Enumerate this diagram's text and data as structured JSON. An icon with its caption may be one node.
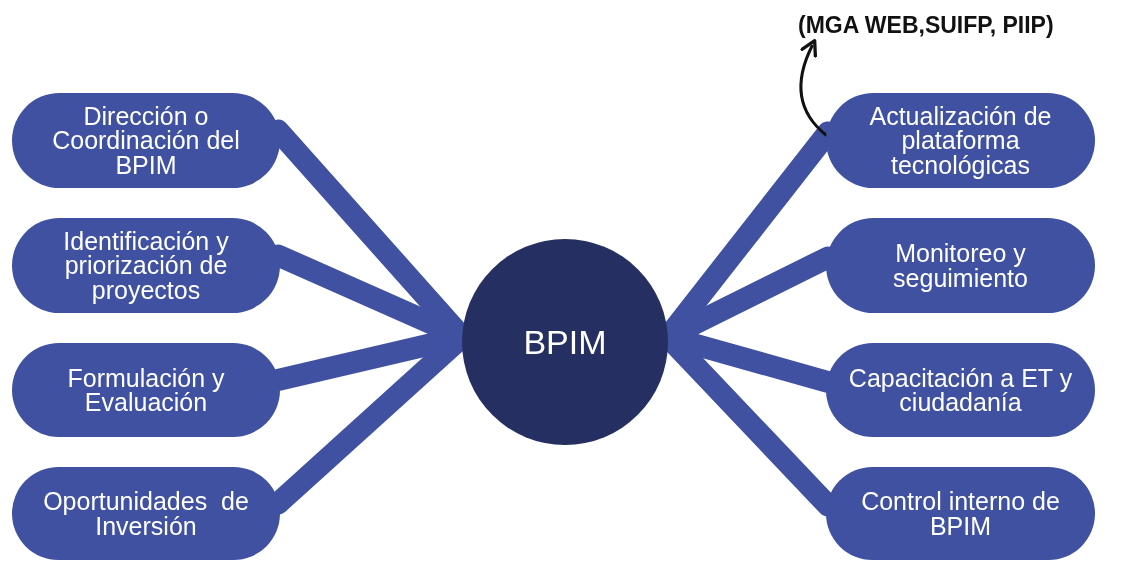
{
  "diagram": {
    "nodes": [
      {
        "text": [
          "(MGA WEB,SUIFP, PIIP)"
        ]
      },
      {
        "text": [
          "Dirección o Coordinación del BPIM"
        ]
      },
      {
        "text": [
          "Identificación y priorización de proyectos"
        ]
      },
      {
        "text": [
          "Formulación y Evaluación"
        ]
      },
      {
        "text": [
          "Oportunidades  de Inversión"
        ]
      },
      {
        "text": [
          "BPIM"
        ]
      },
      {
        "text": [
          "Actualización de plataforma tecnológicas"
        ]
      },
      {
        "text": [
          "Monitoreo y seguimiento"
        ]
      },
      {
        "text": [
          "Capacitación a ET y ciudadanía"
        ]
      },
      {
        "text": [
          "Control interno de BPIM"
        ]
      }
    ],
    "edges": [
      {
        "from": 1,
        "to": 5,
        "arrow": "none"
      },
      {
        "from": 2,
        "to": 5,
        "arrow": "none"
      },
      {
        "from": 3,
        "to": 5,
        "arrow": "none"
      },
      {
        "from": 4,
        "to": 5,
        "arrow": "none"
      },
      {
        "from": 5,
        "to": 6,
        "arrow": "none"
      },
      {
        "from": 5,
        "to": 7,
        "arrow": "none"
      },
      {
        "from": 5,
        "to": 8,
        "arrow": "none"
      },
      {
        "from": 5,
        "to": 9,
        "arrow": "none"
      },
      {
        "from": 6,
        "to": 0,
        "arrow": "to",
        "color": "#111111"
      }
    ]
  }
}
